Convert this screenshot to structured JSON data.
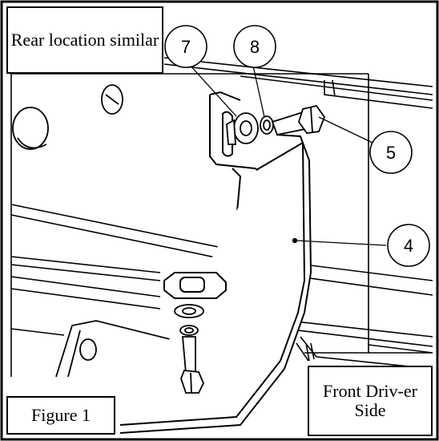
{
  "captions": {
    "rear_location": "Rear location similar",
    "front_side": "Front Driv-er Side",
    "figure": "Figure 1"
  },
  "callouts": {
    "seven": "7",
    "eight": "8",
    "five": "5",
    "four": "4"
  },
  "colors": {
    "line": "#000000",
    "background": "#ffffff",
    "part_fill": "#ffffff"
  }
}
